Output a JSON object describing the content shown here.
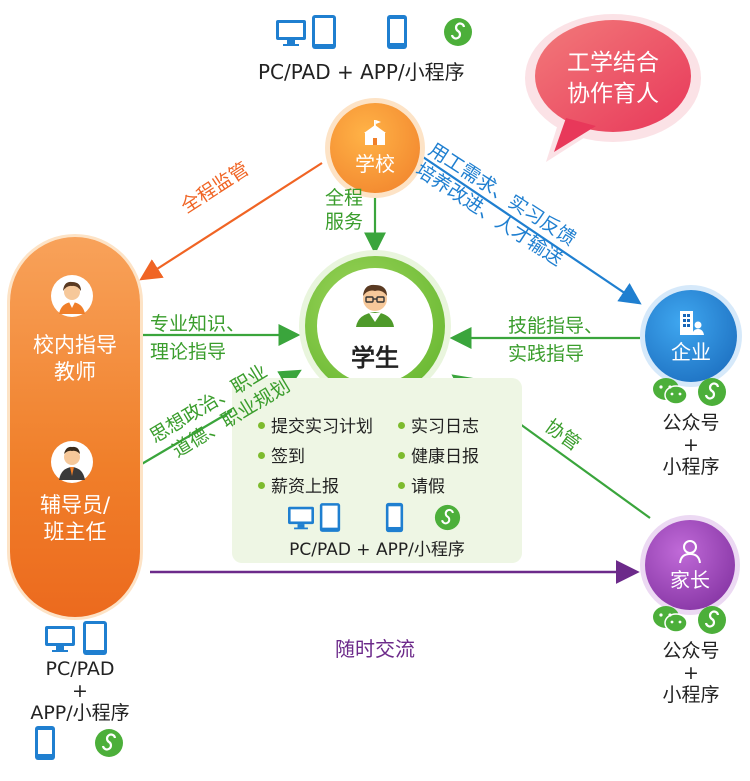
{
  "badge": {
    "line1": "工学结合",
    "line2": "协作育人"
  },
  "school": {
    "label": "学校",
    "top_devices": "PC/PAD + APP/小程序"
  },
  "student": {
    "label": "学生"
  },
  "enterprise": {
    "label": "企业",
    "channels_line1": "公众号",
    "channels_plus": "+",
    "channels_line2": "小程序"
  },
  "parent": {
    "label": "家长",
    "channels_line1": "公众号",
    "channels_plus": "+",
    "channels_line2": "小程序"
  },
  "teachers": {
    "teacher_line1": "校内指导",
    "teacher_line2": "教师",
    "counselor_line1": "辅导员/",
    "counselor_line2": "班主任",
    "devices_line1": "PC/PAD",
    "devices_plus": "+",
    "devices_line2": "APP/小程序"
  },
  "student_panel": {
    "items_left": [
      "提交实习计划",
      "签到",
      "薪资上报"
    ],
    "items_right": [
      "实习日志",
      "健康日报",
      "请假"
    ],
    "devices": "PC/PAD + APP/小程序"
  },
  "arrows": {
    "school_to_teacher": "全程监管",
    "school_to_student_1": "全程",
    "school_to_student_2": "服务",
    "school_to_enterprise_1": "用工需求、实习反馈",
    "school_to_enterprise_2": "培养改进、人才输送",
    "teacher_to_student_1": "专业知识、",
    "teacher_to_student_2": "理论指导",
    "counselor_to_student_1": "思想政治、职业",
    "counselor_to_student_2": "道德、职业规划",
    "enterprise_to_student_1": "技能指导、",
    "enterprise_to_student_2": "实践指导",
    "parent_to_student": "协管",
    "teachers_to_parent": "随时交流"
  },
  "colors": {
    "orange": "#f07f2a",
    "green": "#3aa53c",
    "blue": "#1f7fd0",
    "purple": "#6c2a8a",
    "pink": "#e8417a",
    "badge": "#ee4f62"
  }
}
